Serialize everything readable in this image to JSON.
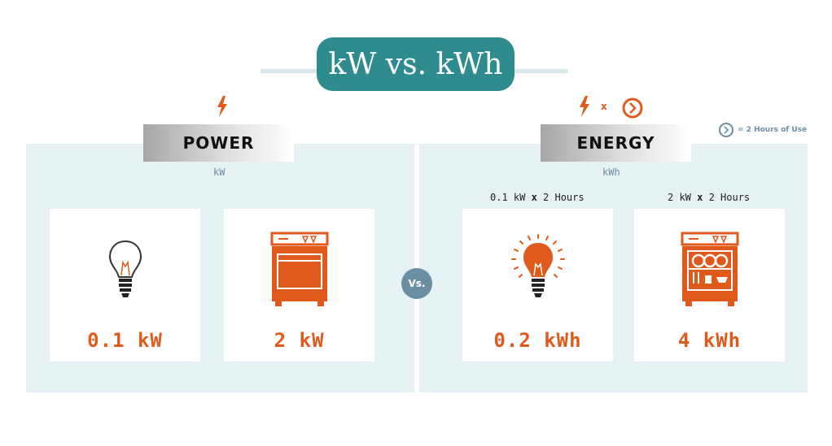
{
  "title": "kW vs. kWh",
  "power": {
    "heading": "POWER",
    "unit": "kW",
    "items": [
      {
        "icon": "light-bulb-icon",
        "value": "0.1 kW"
      },
      {
        "icon": "oven-icon",
        "value": "2 kW"
      }
    ]
  },
  "energy": {
    "heading": "ENERGY",
    "unit": "kWh",
    "operator": "x",
    "legend": "= 2 Hours of Use",
    "items": [
      {
        "icon": "lit-bulb-icon",
        "formula_left": "0.1 kW ",
        "formula_op": "x",
        "formula_right": " 2 Hours",
        "value": "0.2 kWh"
      },
      {
        "icon": "oven-cooking-icon",
        "formula_left": "2 kW ",
        "formula_op": "x",
        "formula_right": " 2 Hours",
        "value": "4 kWh"
      }
    ]
  },
  "vs_label": "Vs.",
  "colors": {
    "accent": "#e05a1c",
    "teal": "#2e8c8f",
    "panel": "#e6f1f3",
    "slate": "#6a8ea2"
  }
}
